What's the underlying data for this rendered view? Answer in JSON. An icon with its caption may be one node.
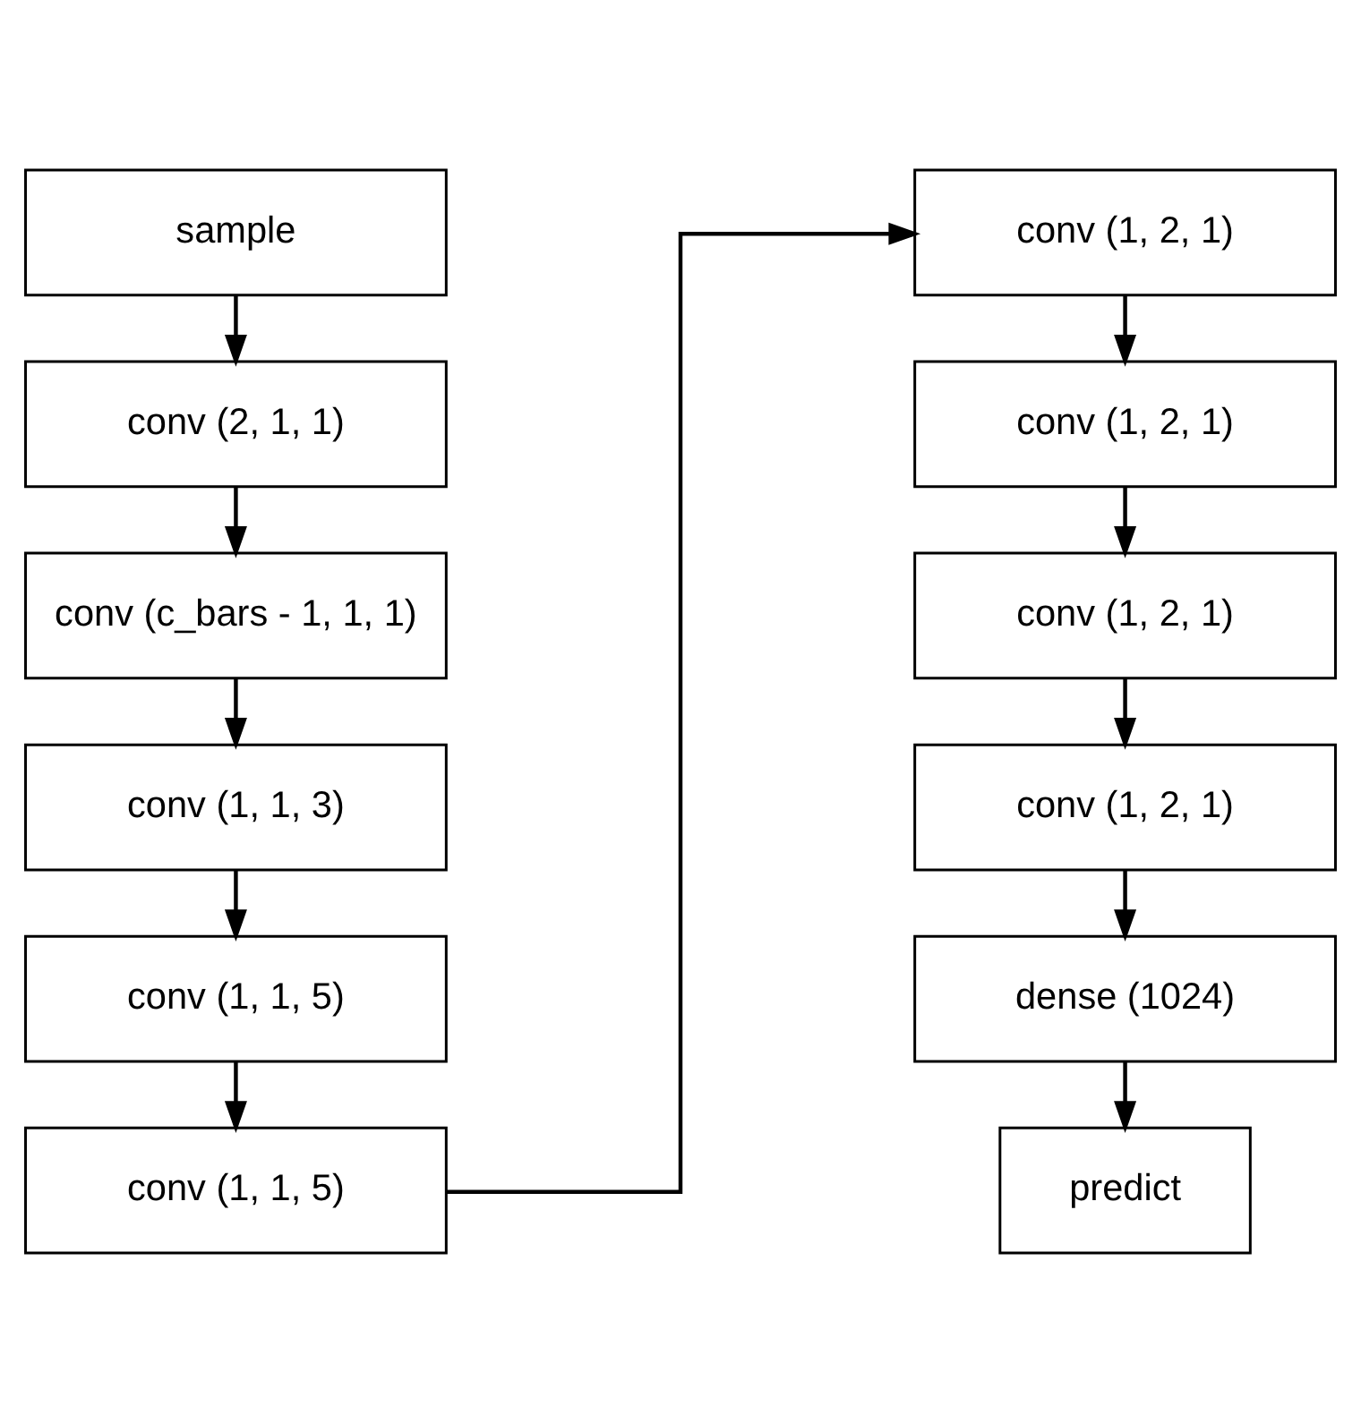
{
  "diagram": {
    "nodes": [
      {
        "text": [
          "sample"
        ]
      },
      {
        "text": [
          "conv (2, 1, 1)"
        ]
      },
      {
        "text": [
          "conv (c_bars - 1, 1, 1)"
        ]
      },
      {
        "text": [
          "conv (1, 1, 3)"
        ]
      },
      {
        "text": [
          "conv (1, 1, 5)"
        ]
      },
      {
        "text": [
          "conv (1, 1, 5)"
        ]
      },
      {
        "text": [
          "conv (1, 2, 1)"
        ]
      },
      {
        "text": [
          "conv (1, 2, 1)"
        ]
      },
      {
        "text": [
          "conv (1, 2, 1)"
        ]
      },
      {
        "text": [
          "conv (1, 2, 1)"
        ]
      },
      {
        "text": [
          "dense (1024)"
        ]
      },
      {
        "text": [
          "predict"
        ]
      }
    ],
    "edges": [
      {
        "from": 0,
        "to": 1,
        "arrow": "to"
      },
      {
        "from": 1,
        "to": 2,
        "arrow": "to"
      },
      {
        "from": 2,
        "to": 3,
        "arrow": "to"
      },
      {
        "from": 3,
        "to": 4,
        "arrow": "to"
      },
      {
        "from": 4,
        "to": 5,
        "arrow": "to"
      },
      {
        "from": 5,
        "to": 6,
        "arrow": "to"
      },
      {
        "from": 6,
        "to": 7,
        "arrow": "to"
      },
      {
        "from": 7,
        "to": 8,
        "arrow": "to"
      },
      {
        "from": 8,
        "to": 9,
        "arrow": "to"
      },
      {
        "from": 9,
        "to": 10,
        "arrow": "to"
      },
      {
        "from": 10,
        "to": 11,
        "arrow": "to"
      }
    ]
  }
}
